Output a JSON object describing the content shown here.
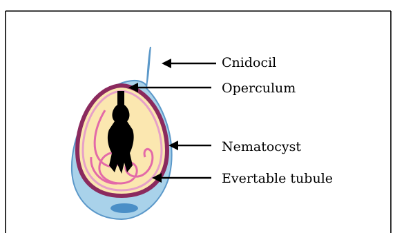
{
  "diagram": {
    "labels": {
      "cnidocil": "Cnidocil",
      "operculum": "Operculum",
      "nematocyst": "Nematocyst",
      "evertable_tubule": "Evertable tubule"
    },
    "colors": {
      "outer_fill": "#a9d2ea",
      "outer_stroke": "#5b98c9",
      "capsule_rim": "#8b2a5e",
      "capsule_fill": "#fbe7b0",
      "inner_ring": "#e6a0c8",
      "tubule": "#e36aa8",
      "stylet": "#000000",
      "nucleus": "#4a8fc7"
    }
  }
}
